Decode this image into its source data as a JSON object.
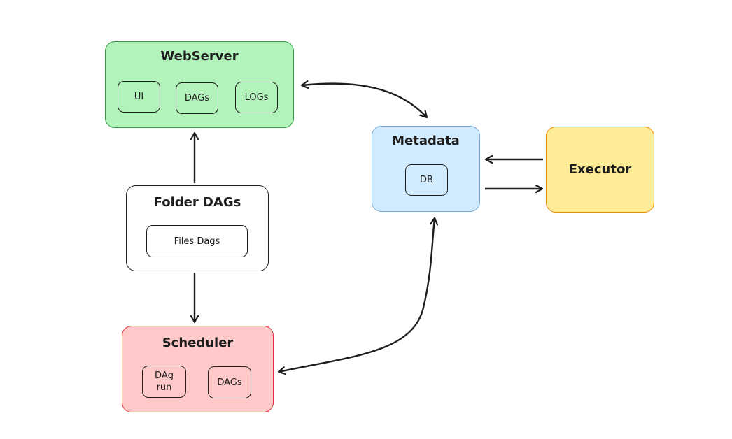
{
  "diagram": {
    "webserver": {
      "title": "WebServer",
      "items": [
        "UI",
        "DAGs",
        "LOGs"
      ],
      "fill": "#b2f2bb",
      "stroke": "#2f9e44"
    },
    "metadata": {
      "title": "Metadata",
      "items": [
        "DB"
      ],
      "fill": "#d0ebff",
      "stroke": "#74a9d8"
    },
    "executor": {
      "title": "Executor",
      "fill": "#ffec99",
      "stroke": "#f08c00"
    },
    "folder": {
      "title": "Folder DAGs",
      "items": [
        "Files Dags"
      ],
      "fill": "#ffffff",
      "stroke": "#1e1e1e"
    },
    "scheduler": {
      "title": "Scheduler",
      "items": [
        "DAg\nrun",
        "DAGs"
      ],
      "fill": "#ffc9c9",
      "stroke": "#e03131"
    },
    "edges": [
      {
        "from": "webserver",
        "to": "metadata",
        "direction": "both"
      },
      {
        "from": "scheduler",
        "to": "metadata",
        "direction": "both"
      },
      {
        "from": "folder",
        "to": "webserver",
        "direction": "forward"
      },
      {
        "from": "folder",
        "to": "scheduler",
        "direction": "forward"
      },
      {
        "from": "executor",
        "to": "metadata",
        "direction": "forward"
      },
      {
        "from": "metadata",
        "to": "executor",
        "direction": "forward"
      }
    ],
    "edge_color": "#1e1e1e"
  }
}
